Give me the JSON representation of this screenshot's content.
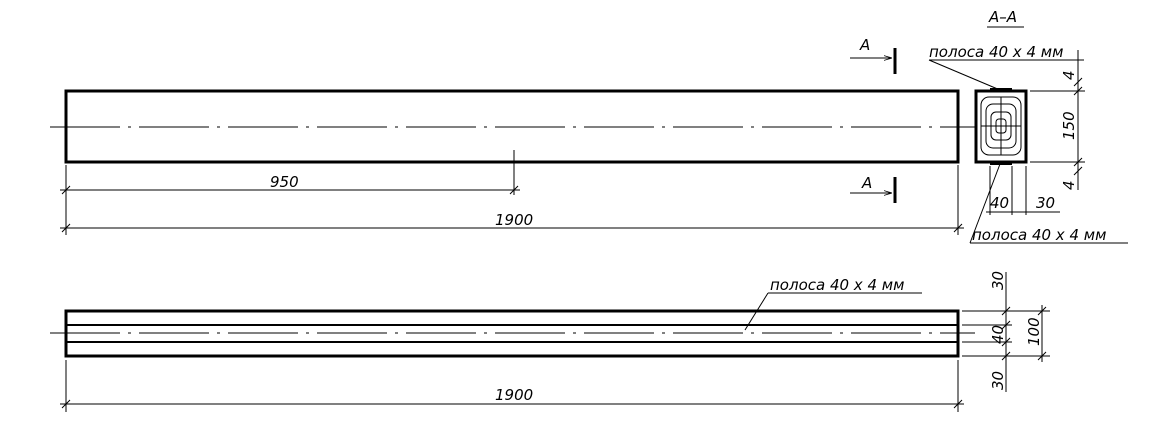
{
  "section": {
    "title": "А–А",
    "marker": "А",
    "strip_top": "полоса 40 х 4  мм",
    "strip_bottom": "полоса 40 х 4  мм",
    "dim_height": "150",
    "dim_top": "4",
    "dim_bottom": "4",
    "dim_strip": "40",
    "dim_offset": "30"
  },
  "front_view": {
    "half_length": "950",
    "length": "1900"
  },
  "top_view": {
    "strip_label": "полоса 40 х 4  мм",
    "length": "1900",
    "dim_total": "100",
    "dim_edge_top": "30",
    "dim_strip": "40",
    "dim_edge_bottom": "30"
  }
}
